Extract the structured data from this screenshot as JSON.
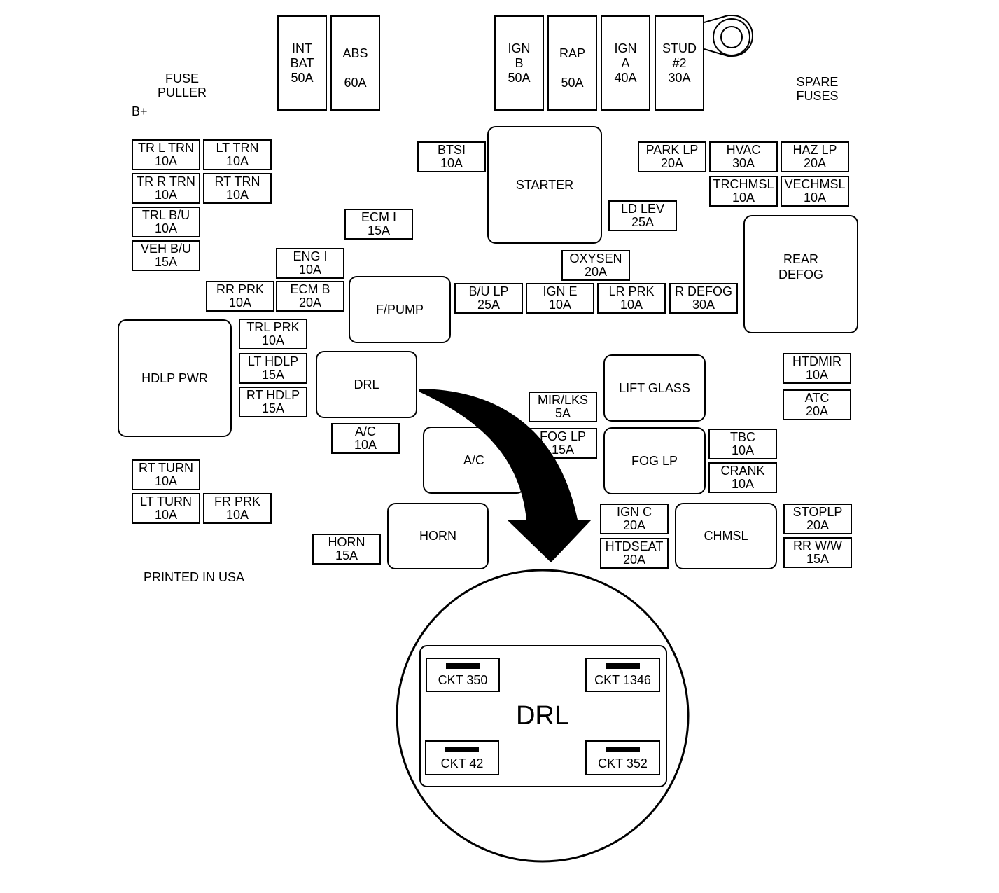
{
  "labels": {
    "fuse_puller": "FUSE\nPULLER",
    "b_plus": "B+",
    "spare_fuses": "SPARE\nFUSES",
    "printed": "PRINTED IN USA"
  },
  "maxi_fuses": [
    {
      "id": "int-bat",
      "name": "INT\nBAT",
      "rating": "50A"
    },
    {
      "id": "abs",
      "name": "ABS",
      "rating": "60A"
    },
    {
      "id": "ign-b",
      "name": "IGN\nB",
      "rating": "50A"
    },
    {
      "id": "rap",
      "name": "RAP",
      "rating": "50A"
    },
    {
      "id": "ign-a",
      "name": "IGN\nA",
      "rating": "40A"
    },
    {
      "id": "stud-2",
      "name": "STUD\n#2",
      "rating": "30A"
    }
  ],
  "fuses": [
    {
      "id": "tr-l-trn",
      "name": "TR L TRN",
      "rating": "10A"
    },
    {
      "id": "lt-trn",
      "name": "LT TRN",
      "rating": "10A"
    },
    {
      "id": "tr-r-trn",
      "name": "TR R TRN",
      "rating": "10A"
    },
    {
      "id": "rt-trn",
      "name": "RT TRN",
      "rating": "10A"
    },
    {
      "id": "trl-bu",
      "name": "TRL B/U",
      "rating": "10A"
    },
    {
      "id": "veh-bu",
      "name": "VEH B/U",
      "rating": "15A"
    },
    {
      "id": "ecm-i",
      "name": "ECM I",
      "rating": "15A"
    },
    {
      "id": "eng-i",
      "name": "ENG I",
      "rating": "10A"
    },
    {
      "id": "rr-prk",
      "name": "RR PRK",
      "rating": "10A"
    },
    {
      "id": "ecm-b",
      "name": "ECM B",
      "rating": "20A"
    },
    {
      "id": "trl-prk",
      "name": "TRL PRK",
      "rating": "10A"
    },
    {
      "id": "lt-hdlp",
      "name": "LT HDLP",
      "rating": "15A"
    },
    {
      "id": "rt-hdlp",
      "name": "RT HDLP",
      "rating": "15A"
    },
    {
      "id": "ac-fuse",
      "name": "A/C",
      "rating": "10A"
    },
    {
      "id": "rt-turn",
      "name": "RT TURN",
      "rating": "10A"
    },
    {
      "id": "lt-turn",
      "name": "LT TURN",
      "rating": "10A"
    },
    {
      "id": "fr-prk",
      "name": "FR PRK",
      "rating": "10A"
    },
    {
      "id": "horn-fuse",
      "name": "HORN",
      "rating": "15A"
    },
    {
      "id": "btsi",
      "name": "BTSI",
      "rating": "10A"
    },
    {
      "id": "park-lp",
      "name": "PARK LP",
      "rating": "20A"
    },
    {
      "id": "hvac",
      "name": "HVAC",
      "rating": "30A"
    },
    {
      "id": "haz-lp",
      "name": "HAZ LP",
      "rating": "20A"
    },
    {
      "id": "trchmsl",
      "name": "TRCHMSL",
      "rating": "10A"
    },
    {
      "id": "vechmsl",
      "name": "VECHMSL",
      "rating": "10A"
    },
    {
      "id": "ld-lev",
      "name": "LD LEV",
      "rating": "25A"
    },
    {
      "id": "oxysen",
      "name": "OXYSEN",
      "rating": "20A"
    },
    {
      "id": "bu-lp",
      "name": "B/U LP",
      "rating": "25A"
    },
    {
      "id": "ign-e",
      "name": "IGN E",
      "rating": "10A"
    },
    {
      "id": "lr-prk",
      "name": "LR PRK",
      "rating": "10A"
    },
    {
      "id": "r-defog",
      "name": "R DEFOG",
      "rating": "30A"
    },
    {
      "id": "htdmir",
      "name": "HTDMIR",
      "rating": "10A"
    },
    {
      "id": "atc",
      "name": "ATC",
      "rating": "20A"
    },
    {
      "id": "mir-lks",
      "name": "MIR/LKS",
      "rating": "5A"
    },
    {
      "id": "fog-lp-fuse",
      "name": "FOG LP",
      "rating": "15A"
    },
    {
      "id": "tbc",
      "name": "TBC",
      "rating": "10A"
    },
    {
      "id": "crank",
      "name": "CRANK",
      "rating": "10A"
    },
    {
      "id": "ign-c",
      "name": "IGN C",
      "rating": "20A"
    },
    {
      "id": "htdseat",
      "name": "HTDSEAT",
      "rating": "20A"
    },
    {
      "id": "stoplp",
      "name": "STOPLP",
      "rating": "20A"
    },
    {
      "id": "rr-ww",
      "name": "RR W/W",
      "rating": "15A"
    }
  ],
  "relays": [
    {
      "id": "starter",
      "name": "STARTER"
    },
    {
      "id": "rear-defog",
      "name": "REAR\nDEFOG"
    },
    {
      "id": "f-pump",
      "name": "F/PUMP"
    },
    {
      "id": "hdlp-pwr",
      "name": "HDLP PWR"
    },
    {
      "id": "drl",
      "name": "DRL"
    },
    {
      "id": "lift-glass",
      "name": "LIFT GLASS"
    },
    {
      "id": "ac-relay",
      "name": "A/C"
    },
    {
      "id": "fog-lp-relay",
      "name": "FOG LP"
    },
    {
      "id": "horn-relay",
      "name": "HORN"
    },
    {
      "id": "chmsl",
      "name": "CHMSL"
    }
  ],
  "detail": {
    "title": "DRL",
    "circuits": [
      {
        "id": "ckt-350",
        "label": "CKT 350"
      },
      {
        "id": "ckt-1346",
        "label": "CKT 1346"
      },
      {
        "id": "ckt-42",
        "label": "CKT 42"
      },
      {
        "id": "ckt-352",
        "label": "CKT 352"
      }
    ]
  }
}
